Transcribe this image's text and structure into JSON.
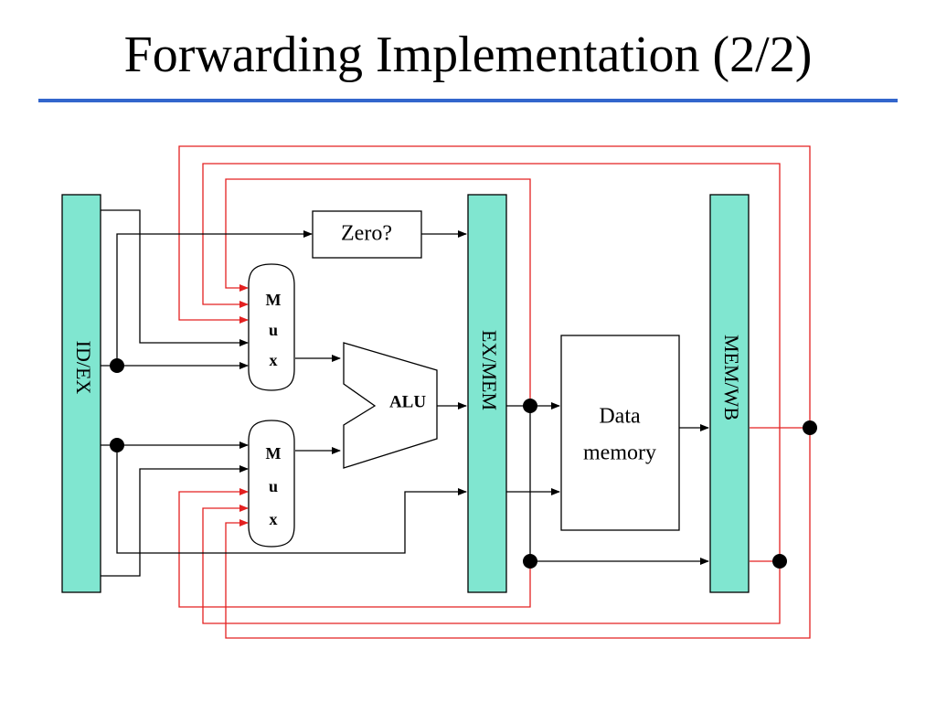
{
  "slide": {
    "title": "Forwarding Implementation (2/2)"
  },
  "diagram": {
    "registers": {
      "id_ex": "ID/EX",
      "ex_mem": "EX/MEM",
      "mem_wb": "MEM/WB"
    },
    "zero_box": "Zero?",
    "alu": "ALU",
    "data_memory": {
      "line1": "Data",
      "line2": "memory"
    },
    "mux_top": {
      "l1": "M",
      "l2": "u",
      "l3": "x"
    },
    "mux_bottom": {
      "l1": "M",
      "l2": "u",
      "l3": "x"
    },
    "colors": {
      "register_fill": "#80e6d0",
      "forward_path": "#e32020",
      "title_rule": "#3366cc"
    }
  }
}
